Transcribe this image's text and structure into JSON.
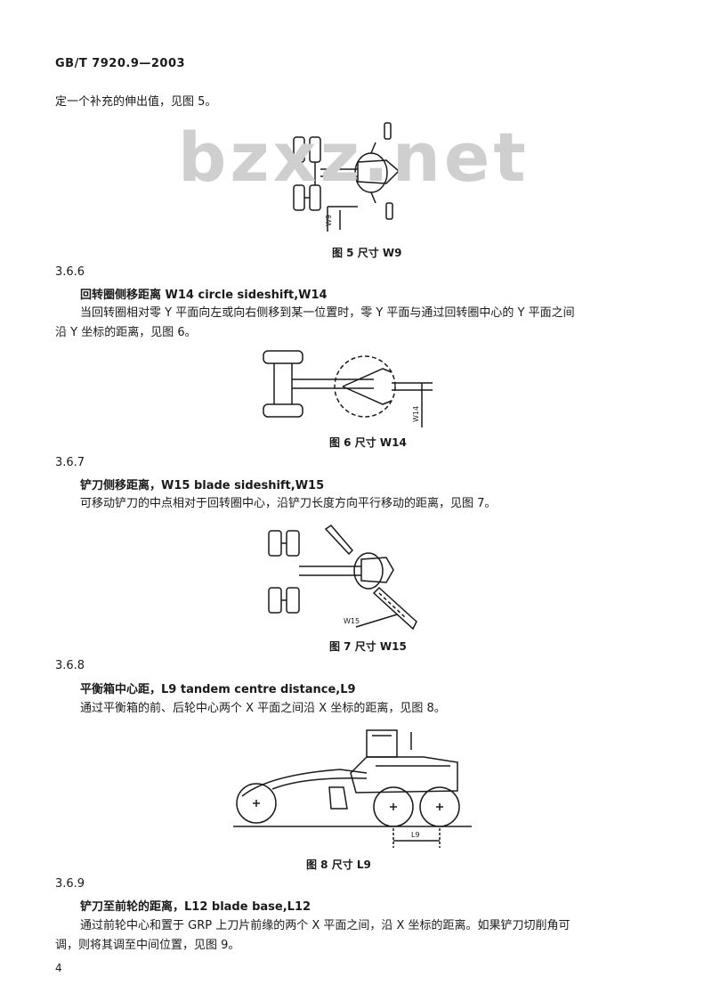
{
  "header": {
    "standard_code": "GB/T 7920.9—2003"
  },
  "intro_line": "定一个补充的伸出值，见图 5。",
  "watermark": "bzxz.net",
  "figure5": {
    "caption": "图 5  尺寸 W9",
    "dim_label": "W9"
  },
  "section_3_6_6": {
    "number": "3.6.6",
    "term": "回转圈侧移距离 W14  circle sideshift,W14",
    "line1": "当回转圈相对零 Y 平面向左或向右侧移到某一位置时，零 Y 平面与通过回转圈中心的 Y 平面之间",
    "line2": "沿 Y 坐标的距离，见图 6。"
  },
  "figure6": {
    "caption": "图 6  尺寸 W14",
    "dim_label": "W14"
  },
  "section_3_6_7": {
    "number": "3.6.7",
    "term": "铲刀侧移距离，W15  blade sideshift,W15",
    "line1": "可移动铲刀的中点相对于回转圈中心，沿铲刀长度方向平行移动的距离，见图 7。"
  },
  "figure7": {
    "caption": "图 7  尺寸 W15",
    "dim_label": "W15"
  },
  "section_3_6_8": {
    "number": "3.6.8",
    "term": "平衡箱中心距，L9  tandem centre distance,L9",
    "line1": "通过平衡箱的前、后轮中心两个 X 平面之间沿 X 坐标的距离，见图 8。"
  },
  "figure8": {
    "caption": "图 8  尺寸 L9",
    "dim_label": "L9"
  },
  "section_3_6_9": {
    "number": "3.6.9",
    "term": "铲刀至前轮的距离，L12  blade base,L12",
    "line1": "通过前轮中心和置于 GRP 上刀片前缘的两个 X 平面之间，沿 X 坐标的距离。如果铲刀切削角可",
    "line2": "调，则将其调至中间位置，见图 9。"
  },
  "footer": {
    "page_number": "4"
  }
}
